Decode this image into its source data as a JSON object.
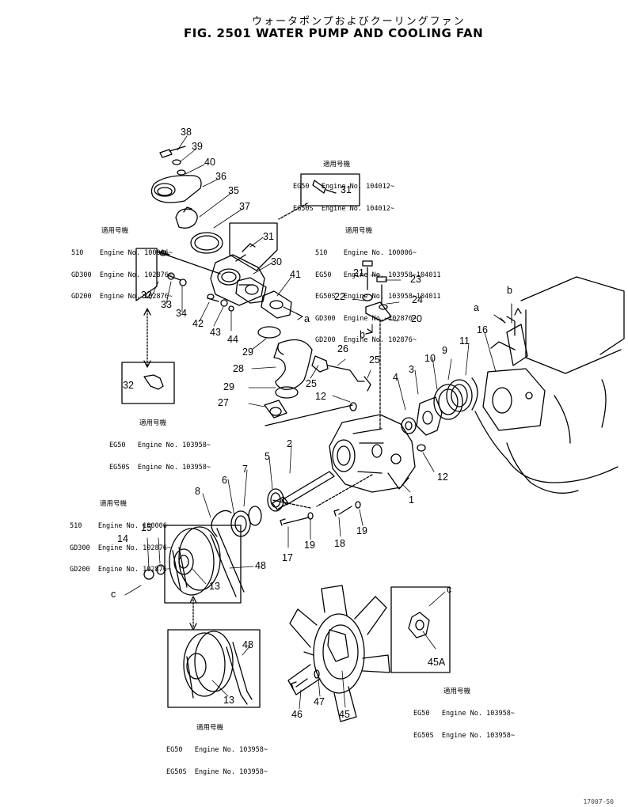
{
  "title": {
    "jp": "ウォータポンプおよびクーリングファン",
    "en": "FIG. 2501  WATER PUMP AND COOLING FAN"
  },
  "applicability_header": "適用号機",
  "notes": [
    {
      "id": "n1",
      "rows": [
        "EG50   Engine No. 104012~",
        "EG50S  Engine No. 104012~"
      ]
    },
    {
      "id": "n2",
      "rows": [
        "510    Engine No. 100006~",
        "EG50   Engine No. 103958~104011",
        "EG50S  Engine No. 103958~104011",
        "GD300  Engine No. 102876~",
        "GD200  Engine No. 102876~"
      ]
    },
    {
      "id": "n3",
      "rows": [
        "510    Engine No. 100006~",
        "GD300  Engine No. 102876~",
        "GD200  Engine No. 102876~"
      ]
    },
    {
      "id": "n4",
      "rows": [
        "EG50   Engine No. 103958~",
        "EG50S  Engine No. 103958~"
      ]
    },
    {
      "id": "n5",
      "rows": [
        "510    Engine No. 100006~",
        "GD300  Engine No. 102876~",
        "GD200  Engine No. 102876~"
      ]
    },
    {
      "id": "n6",
      "rows": [
        "EG50   Engine No. 103958~",
        "EG50S  Engine No. 103958~"
      ]
    },
    {
      "id": "n7",
      "rows": [
        "EG50   Engine No. 103958~",
        "EG50S  Engine No. 103958~"
      ]
    }
  ],
  "callouts": [
    "38",
    "39",
    "40",
    "36",
    "35",
    "37",
    "31",
    "31",
    "30",
    "41",
    "32",
    "33",
    "34",
    "42",
    "43",
    "44",
    "29",
    "28",
    "29",
    "27",
    "25",
    "26",
    "25",
    "12",
    "21",
    "23",
    "22",
    "24",
    "20",
    "b",
    "b",
    "a",
    "a",
    "16",
    "11",
    "9",
    "10",
    "3",
    "4",
    "2",
    "5",
    "7",
    "6",
    "8",
    "12",
    "1",
    "19",
    "18",
    "19",
    "17",
    "15",
    "14",
    "c",
    "13",
    "48",
    "48",
    "13",
    "c",
    "45A",
    "45",
    "46",
    "47",
    "32"
  ],
  "corner_mark": "17007-50"
}
